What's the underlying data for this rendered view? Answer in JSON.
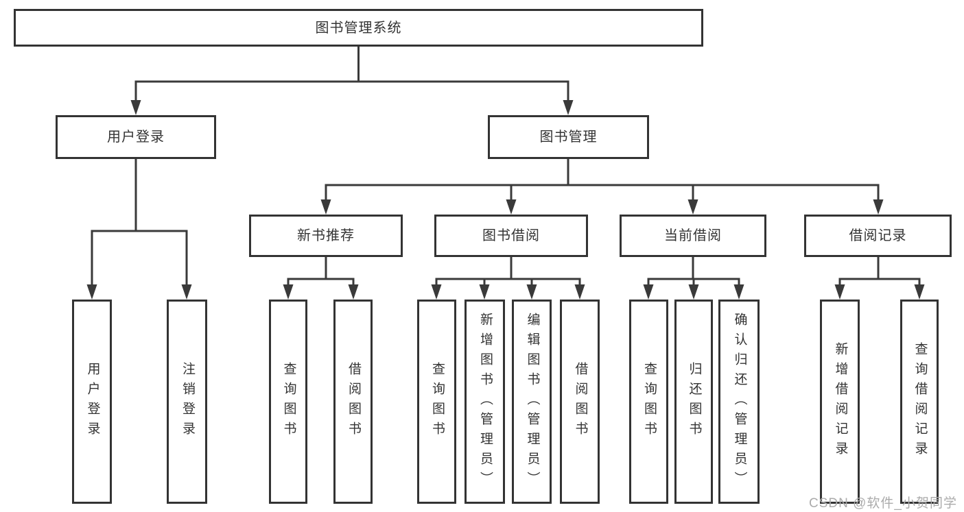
{
  "colors": {
    "line": "#3a3a3a",
    "box_border": "#333333",
    "text": "#333333",
    "watermark": "#ababab",
    "bg": "#ffffff"
  },
  "diagram": {
    "title": "图书管理系统",
    "branches": {
      "user_login": {
        "label": "用户登录",
        "children": {
          "login": "用户登录",
          "logout": "注销登录"
        }
      },
      "book_mgmt": {
        "label": "图书管理",
        "sections": {
          "new_book": {
            "label": "新书推荐",
            "children": {
              "query_book": "查询图书",
              "borrow_book": "借阅图书"
            }
          },
          "book_borrow": {
            "label": "图书借阅",
            "children": {
              "query_book": "查询图书",
              "add_book": "新增图书（管理员）",
              "edit_book": "编辑图书（管理员）",
              "borrow_book": "借阅图书"
            }
          },
          "current_borrow": {
            "label": "当前借阅",
            "children": {
              "query_book": "查询图书",
              "return_book": "归还图书",
              "confirm_return": "确认归还（管理员）"
            }
          },
          "borrow_record": {
            "label": "借阅记录",
            "children": {
              "add_record": "新增借阅记录",
              "query_record": "查询借阅记录"
            }
          }
        }
      }
    }
  },
  "watermark": "CSDN @软件_小贺同学"
}
